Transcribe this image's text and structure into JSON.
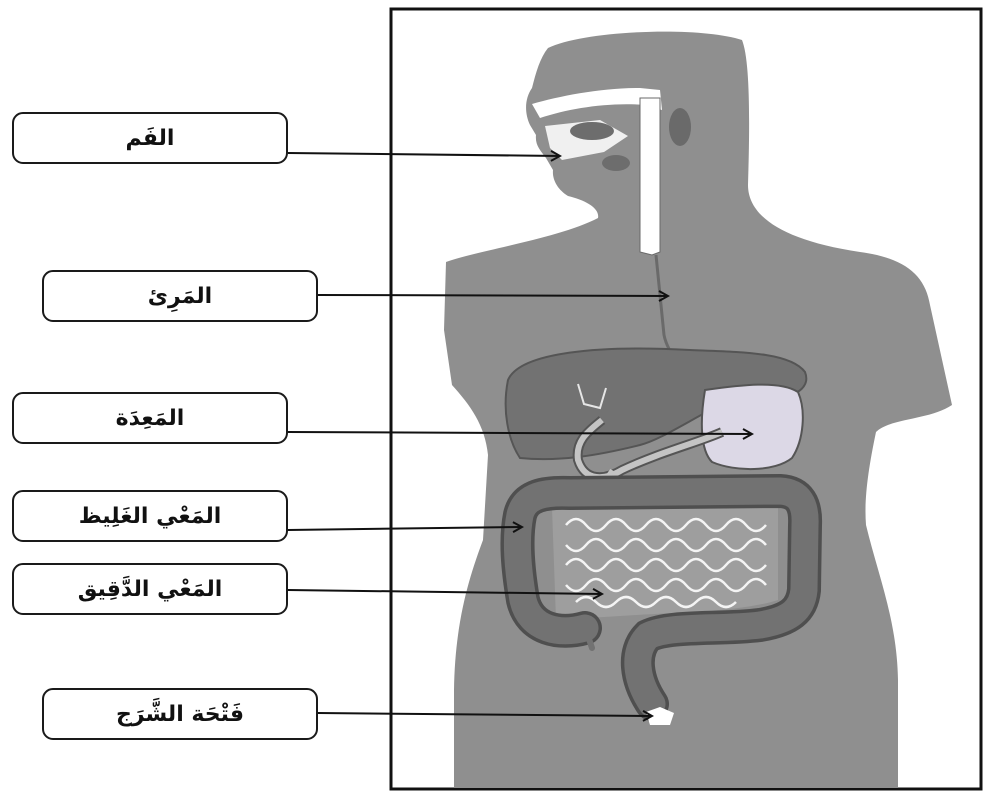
{
  "labels": {
    "mouth": "الفَم",
    "esophagus": "المَرِئ",
    "stomach": "المَعِدَة",
    "large_intestine": "المَعْي الغَلِيظ",
    "small_intestine": "المَعْي الدَّقِيق",
    "anus": "فَتْحَة الشَّرَج"
  },
  "colors": {
    "body": "#8f8f8f",
    "organ_dark": "#727272",
    "organ_outline": "#4f4f4f",
    "stomach": "#dcd8e6",
    "small_intestine": "#9e9e9e",
    "line": "#111111"
  }
}
